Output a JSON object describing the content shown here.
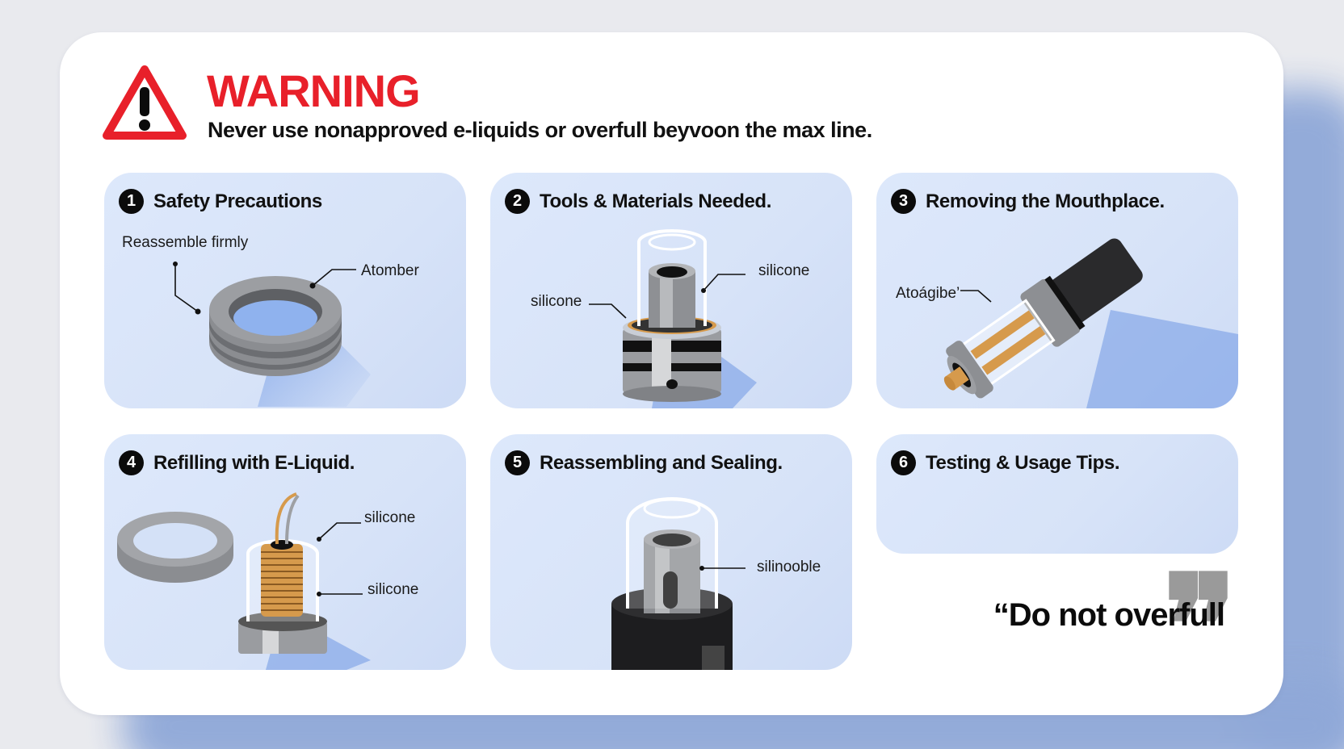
{
  "warning": {
    "icon": "warning-triangle-icon",
    "title": "WARNING",
    "message": "Never use nonapproved e-liquids or overfull beyvoon the max line.",
    "color": "#e8202a"
  },
  "panels": [
    {
      "number": "1",
      "title": "Safety Precautions",
      "illustration": "o-ring-gasket",
      "labels": [
        "Reassemble firmly",
        "Atomber"
      ]
    },
    {
      "number": "2",
      "title": "Tools & Materials Needed.",
      "illustration": "glass-tank-atomizer",
      "labels": [
        "silicone",
        "silicone"
      ]
    },
    {
      "number": "3",
      "title": "Removing the Mouthplace.",
      "illustration": "tilted-atomizer-with-mouthpiece",
      "labels": [
        "Atoágibe’"
      ]
    },
    {
      "number": "4",
      "title": "Refilling with E-Liquid.",
      "illustration": "coil-and-ring",
      "labels": [
        "silicone",
        "silicone"
      ]
    },
    {
      "number": "5",
      "title": "Reassembling and Sealing.",
      "illustration": "sealed-tank-on-base",
      "labels": [
        "silinooble"
      ]
    },
    {
      "number": "6",
      "title": "Testing & Usage Tips.",
      "illustration": "",
      "labels": []
    }
  ],
  "quote": {
    "icon": "quote-mark-icon",
    "mark": "❞",
    "text": "“Do not overfull"
  },
  "colors": {
    "panel_bg": "#d9e5f9",
    "background": "#e9eaee",
    "shadow": "#8fa8d8",
    "accent_brass": "#d69a4c"
  }
}
